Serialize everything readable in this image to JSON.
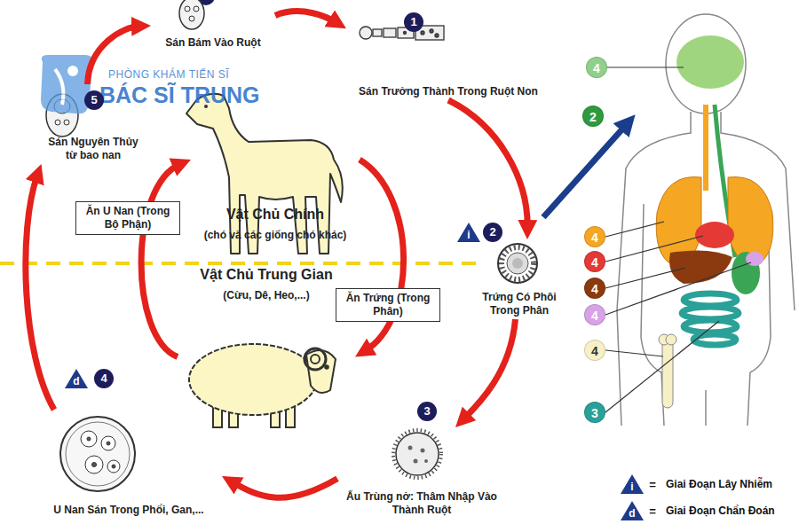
{
  "diagram": {
    "nodes": [
      {
        "text": [
          "Sán Bám Vào Ruột"
        ]
      },
      {
        "text": [
          "Sán Trưởng Thành Trong Ruột Non"
        ]
      },
      {
        "text": [
          "Trứng Có Phôi Trong Phân"
        ]
      },
      {
        "text": [
          "Ấu Trùng nở: Thâm Nhập Vào Thành Ruột"
        ]
      },
      {
        "text": [
          "U Nan Sán Trong Phổi, Gan,..."
        ]
      },
      {
        "text": [
          "Sán Nguyên Thủy từ bao nan"
        ]
      },
      {
        "text": [
          "Vật Chủ Chính",
          "(chó và các giống chó khác)"
        ]
      },
      {
        "text": [
          "Vật Chủ Trung Gian",
          "(Cừu, Dê, Heo,...)"
        ]
      }
    ],
    "edges": [
      {
        "from": 5,
        "to": 0,
        "arrow": "to"
      },
      {
        "from": 0,
        "to": 1,
        "arrow": "to"
      },
      {
        "from": 1,
        "to": 2,
        "arrow": "to"
      },
      {
        "from": 2,
        "to": 3,
        "arrow": "to"
      },
      {
        "from": 3,
        "to": 4,
        "arrow": "to"
      },
      {
        "from": 4,
        "to": 5,
        "arrow": "to"
      },
      {
        "from": 7,
        "to": 6,
        "label": "Ăn U Nan (Trong Bộ Phận)",
        "arrow": "to"
      },
      {
        "from": 6,
        "to": 7,
        "label": "Ăn Trứng (Trong Phân)",
        "arrow": "to"
      }
    ],
    "labels": [
      "PHÒNG KHÁM TIẾN SĨ",
      "BÁC SĨ TRUNG",
      "1",
      "i",
      "2",
      "3",
      "d",
      "4",
      "5",
      "4",
      "2",
      "4",
      "4",
      "4",
      "4",
      "4",
      "3",
      "i",
      "=",
      "d",
      "="
    ],
    "legend": [
      {
        "text": "Giai Đoạn Lây Nhiễm"
      },
      {
        "text": "Giai Đoạn Chẩn Đoán"
      }
    ]
  }
}
